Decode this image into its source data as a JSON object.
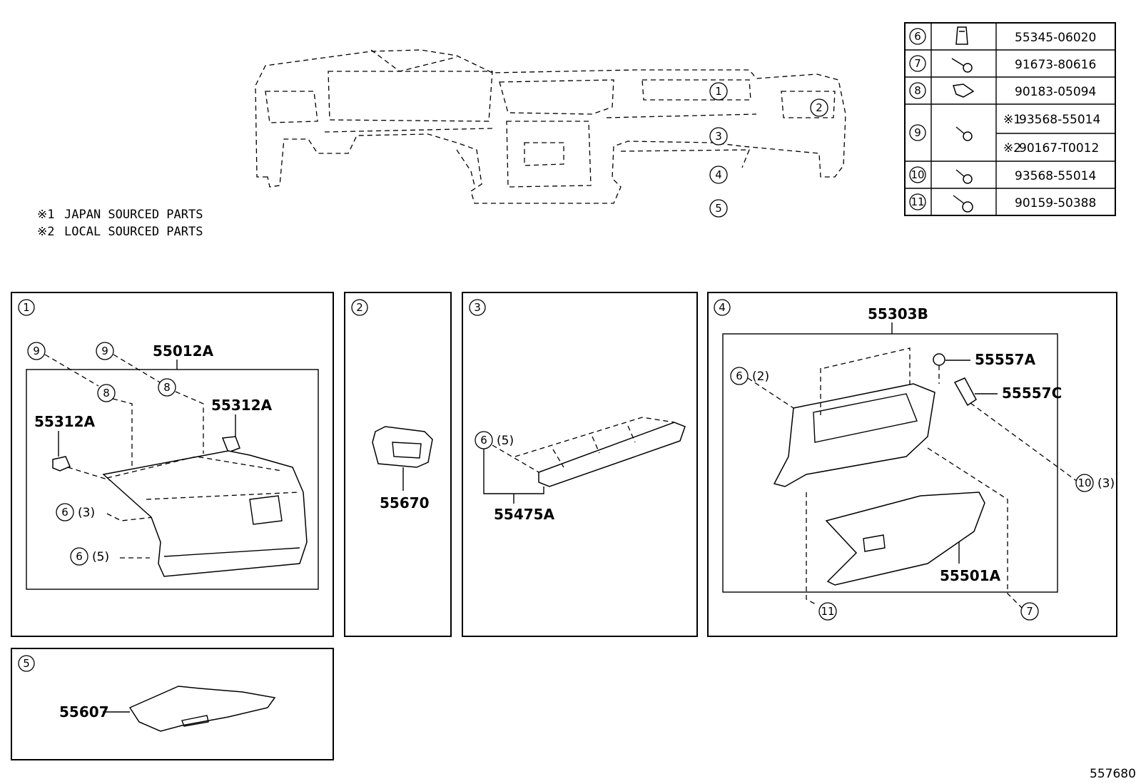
{
  "notes": [
    {
      "mark": "※1",
      "text": "JAPAN  SOURCED  PARTS"
    },
    {
      "mark": "※2",
      "text": "LOCAL  SOURCED  PARTS"
    }
  ],
  "overview_callouts": [
    "1",
    "2",
    "3",
    "4",
    "5"
  ],
  "fastener_table": [
    {
      "ref": "6",
      "part": "55345-06020"
    },
    {
      "ref": "7",
      "part": "91673-80616"
    },
    {
      "ref": "8",
      "part": "90183-05094"
    },
    {
      "ref": "9",
      "part": "93568-55014",
      "mark": "※1",
      "alt_mark": "※2",
      "alt_part": "90167-T0012"
    },
    {
      "ref": "10",
      "part": "93568-55014"
    },
    {
      "ref": "11",
      "part": "90159-50388"
    }
  ],
  "panels": {
    "p1": {
      "num": "1",
      "main_part": "55012A",
      "clip_left": "55312A",
      "clip_right": "55312A",
      "c9a": "9",
      "c9b": "9",
      "c8a": "8",
      "c8b": "8",
      "c6a": "6",
      "c6a_qty": "(3)",
      "c6b": "6",
      "c6b_qty": "(5)"
    },
    "p2": {
      "num": "2",
      "part": "55670"
    },
    "p3": {
      "num": "3",
      "part": "55475A",
      "c6": "6",
      "c6_qty": "(5)"
    },
    "p4": {
      "num": "4",
      "main_part": "55303B",
      "pA": "55557A",
      "pC": "55557C",
      "box": "55501A",
      "c6": "6",
      "c6_qty": "(2)",
      "c10": "10",
      "c10_qty": "(3)",
      "c11": "11",
      "c7": "7"
    },
    "p5": {
      "num": "5",
      "part": "55607"
    }
  },
  "figure_id": "557680"
}
